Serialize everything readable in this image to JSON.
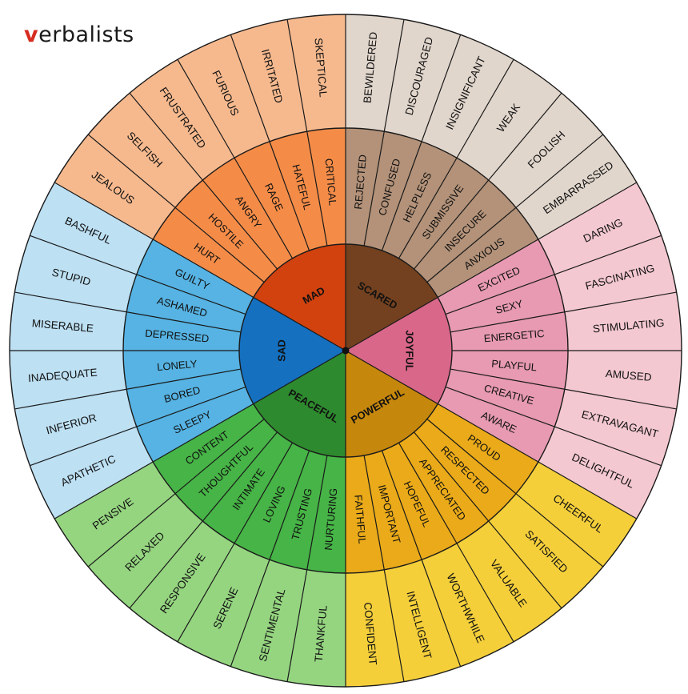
{
  "logo": {
    "mark": "v",
    "rest": "erbalists"
  },
  "colors": {
    "divider": "#1a1a1a",
    "background": "#ffffff"
  },
  "emotions": [
    {
      "core": "MAD",
      "colors": {
        "core": "#d1420f",
        "mid": "#f48c48",
        "outer": "#f6b98e"
      },
      "secondary": [
        {
          "label": "HURT",
          "tertiary": [
            "JEALOUS",
            "SELFISH"
          ]
        },
        {
          "label": "HOSTILE",
          "tertiary": [
            "FRUSTRATED",
            "FURIOUS"
          ]
        },
        {
          "label": "ANGRY",
          "tertiary": [
            "IRRITATED",
            "SKEPTICAL"
          ]
        },
        {
          "label": "RAGE",
          "tertiary": []
        },
        {
          "label": "HATEFUL",
          "tertiary": []
        },
        {
          "label": "CRITICAL",
          "tertiary": []
        }
      ]
    },
    {
      "core": "SCARED",
      "colors": {
        "core": "#73411f",
        "mid": "#b39279",
        "outer": "#e1d6cc"
      },
      "secondary": [
        {
          "label": "REJECTED",
          "tertiary": [
            "BEWILDERED",
            "DISCOURAGED"
          ]
        },
        {
          "label": "CONFUSED",
          "tertiary": [
            "INSIGNIFICANT",
            "WEAK"
          ]
        },
        {
          "label": "HELPLESS",
          "tertiary": [
            "FOOLISH",
            "EMBARRASSED"
          ]
        },
        {
          "label": "SUBMISSIVE",
          "tertiary": []
        },
        {
          "label": "INSECURE",
          "tertiary": []
        },
        {
          "label": "ANXIOUS",
          "tertiary": []
        }
      ]
    },
    {
      "core": "JOYFUL",
      "colors": {
        "core": "#d9678a",
        "mid": "#e79ab1",
        "outer": "#f4c8d1"
      },
      "secondary": [
        {
          "label": "EXCITED",
          "tertiary": [
            "DARING",
            "FASCINATING"
          ]
        },
        {
          "label": "SEXY",
          "tertiary": [
            "STIMULATING",
            "AMUSED"
          ]
        },
        {
          "label": "ENERGETIC",
          "tertiary": [
            "EXTRAVAGANT",
            "DELIGHTFUL"
          ]
        },
        {
          "label": "PLAYFUL",
          "tertiary": []
        },
        {
          "label": "CREATIVE",
          "tertiary": []
        },
        {
          "label": "AWARE",
          "tertiary": []
        }
      ]
    },
    {
      "core": "POWERFUL",
      "colors": {
        "core": "#c6870d",
        "mid": "#eaaa19",
        "outer": "#f4cf3a"
      },
      "secondary": [
        {
          "label": "PROUD",
          "tertiary": [
            "CHEERFUL",
            "SATISFIED"
          ]
        },
        {
          "label": "RESPECTED",
          "tertiary": [
            "VALUABLE",
            "WORTHWHILE"
          ]
        },
        {
          "label": "APPRECIATED",
          "tertiary": [
            "INTELLIGENT",
            "CONFIDENT"
          ]
        },
        {
          "label": "HOPEFUL",
          "tertiary": []
        },
        {
          "label": "IMPORTANT",
          "tertiary": []
        },
        {
          "label": "FAITHFUL",
          "tertiary": []
        }
      ]
    },
    {
      "core": "PEACEFUL",
      "colors": {
        "core": "#2e8a2e",
        "mid": "#46b446",
        "outer": "#95d580"
      },
      "secondary": [
        {
          "label": "NURTURING",
          "tertiary": [
            "THANKFUL",
            "SENTIMENTAL"
          ]
        },
        {
          "label": "TRUSTING",
          "tertiary": [
            "SERENE",
            "RESPONSIVE"
          ]
        },
        {
          "label": "LOVING",
          "tertiary": [
            "RELAXED",
            "PENSIVE"
          ]
        },
        {
          "label": "INTIMATE",
          "tertiary": []
        },
        {
          "label": "THOUGHTFUL",
          "tertiary": []
        },
        {
          "label": "CONTENT",
          "tertiary": []
        }
      ]
    },
    {
      "core": "SAD",
      "colors": {
        "core": "#1570c0",
        "mid": "#56b3e3",
        "outer": "#bde0f3"
      },
      "secondary": [
        {
          "label": "SLEEPY",
          "tertiary": [
            "APATHETIC",
            "INFERIOR"
          ]
        },
        {
          "label": "BORED",
          "tertiary": [
            "INADEQUATE",
            "MISERABLE"
          ]
        },
        {
          "label": "LONELY",
          "tertiary": [
            "STUPID",
            "BASHFUL"
          ]
        },
        {
          "label": "DEPRESSED",
          "tertiary": []
        },
        {
          "label": "ASHAMED",
          "tertiary": []
        },
        {
          "label": "GUILTY",
          "tertiary": []
        }
      ]
    }
  ]
}
